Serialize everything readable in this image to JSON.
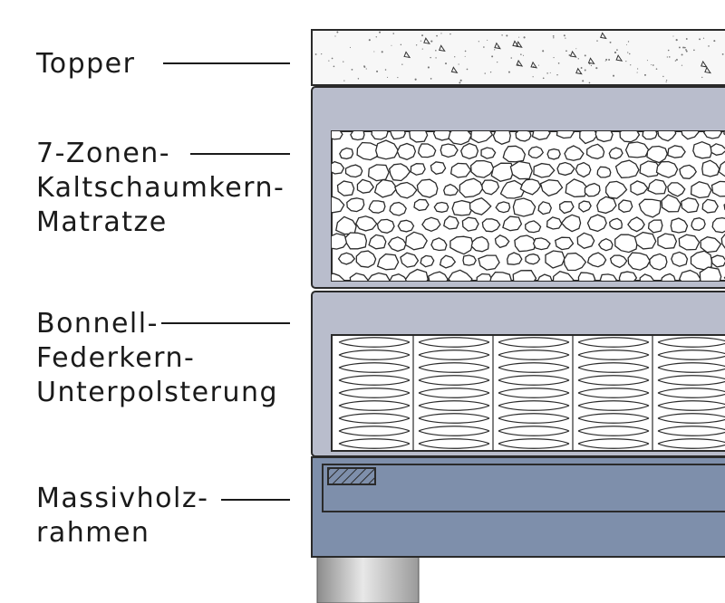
{
  "layers": [
    {
      "id": "topper",
      "lines": [
        "Topper"
      ]
    },
    {
      "id": "mattress",
      "lines": [
        "7-Zonen-",
        "Kaltschaumkern-",
        "Matratze"
      ]
    },
    {
      "id": "spring",
      "lines": [
        "Bonnell-",
        "Federkern-",
        "Unterpolsterung"
      ]
    },
    {
      "id": "frame",
      "lines": [
        "Massivholz-",
        "rahmen"
      ]
    }
  ],
  "colors": {
    "text": "#1a1a1a",
    "outline": "#2a2a2a",
    "cover": "#b9bdcc",
    "frame": "#7e8fab",
    "foam": "#ffffff",
    "topper": "#f7f7f7",
    "leg": "#a9a9a9"
  },
  "icons": {
    "topper": "speckled-foam-texture",
    "mattress": "cellular-foam-texture",
    "spring": "coil-spring-texture",
    "frame": "hatched-wood-grain-icon"
  }
}
